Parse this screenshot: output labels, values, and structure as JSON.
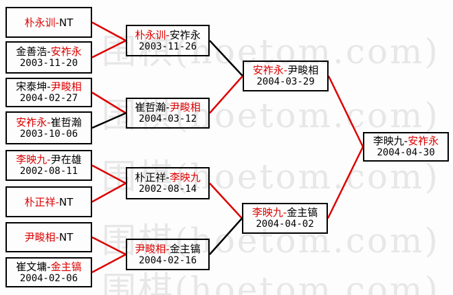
{
  "watermark": {
    "text": "围棋(hoetom.com)",
    "color": "#e7e7e7"
  },
  "colors": {
    "winner_text": "#dd0000",
    "line_red": "#dd0000",
    "line_black": "#000000",
    "box_border": "#000000"
  },
  "bracket": {
    "matches": [
      {
        "id": "r1m1",
        "round": 1,
        "left": "朴永训",
        "right": "NT",
        "red": "left",
        "date": ""
      },
      {
        "id": "r1m2",
        "round": 1,
        "left": "金善浩",
        "right": "安祚永",
        "red": "right",
        "date": "2003-11-20"
      },
      {
        "id": "r1m3",
        "round": 1,
        "left": "宋泰坤",
        "right": "尹畯相",
        "red": "right",
        "date": "2004-02-27"
      },
      {
        "id": "r1m4",
        "round": 1,
        "left": "安祚永",
        "right": "崔哲瀚",
        "red": "left",
        "date": "2003-10-06"
      },
      {
        "id": "r1m5",
        "round": 1,
        "left": "李映九",
        "right": "尹在雄",
        "red": "left",
        "date": "2002-08-11"
      },
      {
        "id": "r1m6",
        "round": 1,
        "left": "朴正祥",
        "right": "NT",
        "red": "left",
        "date": ""
      },
      {
        "id": "r1m7",
        "round": 1,
        "left": "尹畯相",
        "right": "NT",
        "red": "left",
        "date": ""
      },
      {
        "id": "r1m8",
        "round": 1,
        "left": "崔文墉",
        "right": "金主镐",
        "red": "right",
        "date": "2004-02-06"
      },
      {
        "id": "r2m1",
        "round": 2,
        "left": "朴永训",
        "right": "安祚永",
        "red": "left",
        "date": "2003-11-26"
      },
      {
        "id": "r2m2",
        "round": 2,
        "left": "崔哲瀚",
        "right": "尹畯相",
        "red": "right",
        "date": "2004-03-12"
      },
      {
        "id": "r2m3",
        "round": 2,
        "left": "朴正祥",
        "right": "李映九",
        "red": "right",
        "date": "2002-08-14"
      },
      {
        "id": "r2m4",
        "round": 2,
        "left": "尹畯相",
        "right": "金主镐",
        "red": "left",
        "date": "2004-02-16"
      },
      {
        "id": "sf1",
        "round": 3,
        "left": "安祚永",
        "right": "尹畯相",
        "red": "left",
        "date": "2004-03-29"
      },
      {
        "id": "sf2",
        "round": 3,
        "left": "李映九",
        "right": "金主镐",
        "red": "left",
        "date": "2004-04-02"
      },
      {
        "id": "f1",
        "round": 4,
        "left": "李映九",
        "right": "安祚永",
        "red": "right",
        "date": "2004-04-30"
      }
    ],
    "connections": [
      {
        "from": "r1m1",
        "to": "r2m1",
        "color": "red"
      },
      {
        "from": "r1m2",
        "to": "r2m1",
        "color": "red"
      },
      {
        "from": "r1m3",
        "to": "r2m2",
        "color": "red"
      },
      {
        "from": "r1m4",
        "to": "r2m2",
        "color": "black"
      },
      {
        "from": "r1m5",
        "to": "r2m3",
        "color": "red"
      },
      {
        "from": "r1m6",
        "to": "r2m3",
        "color": "red"
      },
      {
        "from": "r1m7",
        "to": "r2m4",
        "color": "red"
      },
      {
        "from": "r1m8",
        "to": "r2m4",
        "color": "red"
      },
      {
        "from": "r2m1",
        "to": "sf1",
        "color": "black"
      },
      {
        "from": "r2m2",
        "to": "sf1",
        "color": "red"
      },
      {
        "from": "r2m3",
        "to": "sf2",
        "color": "red"
      },
      {
        "from": "r2m4",
        "to": "sf2",
        "color": "black"
      },
      {
        "from": "sf1",
        "to": "f1",
        "color": "red"
      },
      {
        "from": "sf2",
        "to": "f1",
        "color": "red"
      }
    ]
  }
}
